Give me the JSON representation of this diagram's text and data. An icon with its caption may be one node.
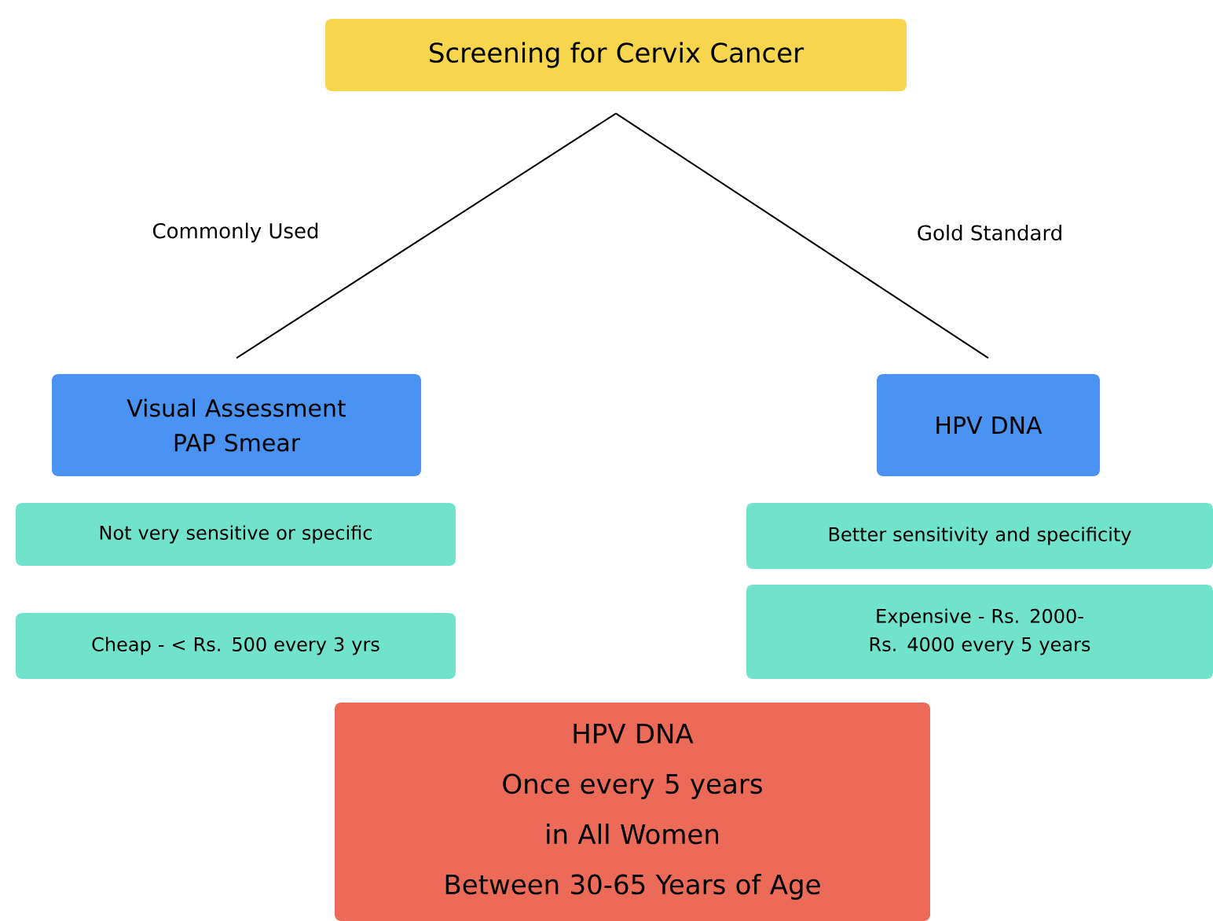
{
  "diagram": {
    "nodes": [
      {
        "text": [
          "Screening for Cervix Cancer"
        ]
      },
      {
        "text": [
          "Visual Assessment PAP Smear"
        ]
      },
      {
        "text": [
          "HPV DNA"
        ]
      },
      {
        "text": [
          "Not very sensitive or specific"
        ]
      },
      {
        "text": [
          "Cheap - < Rs. 500 every 3 yrs"
        ]
      },
      {
        "text": [
          "Better sensitivity and specificity"
        ]
      },
      {
        "text": [
          "Expensive - Rs. 2000-Rs. 4000 every 5 years"
        ]
      },
      {
        "text": [
          "HPV DNA",
          "Once every 5 years",
          "in All Women",
          "Between 30-65 Years of Age"
        ]
      }
    ],
    "edges": [
      {
        "from": 0,
        "to": 1,
        "arrow": "none",
        "label": "Commonly Used"
      },
      {
        "from": 0,
        "to": 2,
        "arrow": "none",
        "label": "Gold Standard"
      }
    ]
  }
}
